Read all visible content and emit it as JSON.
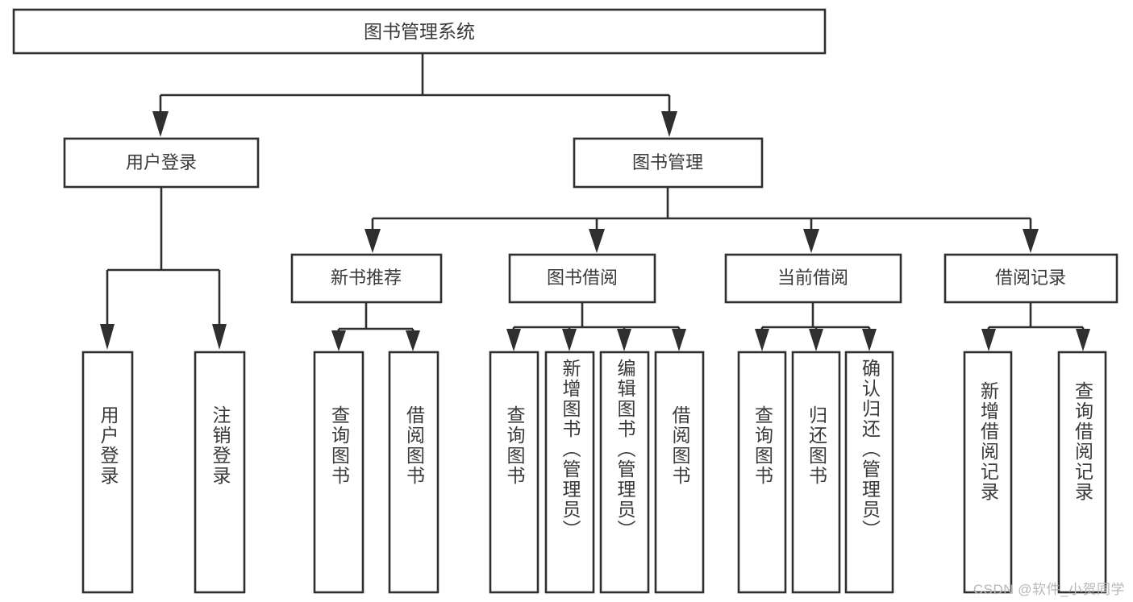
{
  "diagram": {
    "type": "tree-hierarchy-diagram",
    "title": "图书管理系统",
    "orientation": "top-down",
    "line_color": "#2f2f2f",
    "text_color": "#3a3a3a",
    "background_color": "#ffffff",
    "root": {
      "label": "图书管理系统",
      "children": [
        {
          "label": "用户登录",
          "children": [
            {
              "label": "用户登录"
            },
            {
              "label": "注销登录"
            }
          ]
        },
        {
          "label": "图书管理",
          "children": [
            {
              "label": "新书推荐",
              "children": [
                {
                  "label": "查询图书"
                },
                {
                  "label": "借阅图书"
                }
              ]
            },
            {
              "label": "图书借阅",
              "children": [
                {
                  "label": "查询图书"
                },
                {
                  "label": "新增图书（管理员）"
                },
                {
                  "label": "编辑图书（管理员）"
                },
                {
                  "label": "借阅图书"
                }
              ]
            },
            {
              "label": "当前借阅",
              "children": [
                {
                  "label": "查询图书"
                },
                {
                  "label": "归还图书"
                },
                {
                  "label": "确认归还（管理员）"
                }
              ]
            },
            {
              "label": "借阅记录",
              "children": [
                {
                  "label": "新增借阅记录"
                },
                {
                  "label": "查询借阅记录"
                }
              ]
            }
          ]
        }
      ]
    }
  },
  "nodes": {
    "root": "图书管理系统",
    "l1": {
      "user_login": "用户登录",
      "book_manage": "图书管理"
    },
    "l2": {
      "new_book_rec": "新书推荐",
      "book_borrow": "图书借阅",
      "current_borrow": "当前借阅",
      "borrow_record": "借阅记录"
    },
    "leaves": {
      "user_login_1": "用户登录",
      "user_login_2": "注销登录",
      "new_book_1": "查询图书",
      "new_book_2": "借阅图书",
      "borrow_1": "查询图书",
      "borrow_2": "新增图书（管理员）",
      "borrow_3": "编辑图书（管理员）",
      "borrow_4": "借阅图书",
      "current_1": "查询图书",
      "current_2": "归还图书",
      "current_3": "确认归还（管理员）",
      "record_1": "新增借阅记录",
      "record_2": "查询借阅记录"
    }
  },
  "watermark": {
    "text": "CSDN @软件_小贺同学"
  }
}
